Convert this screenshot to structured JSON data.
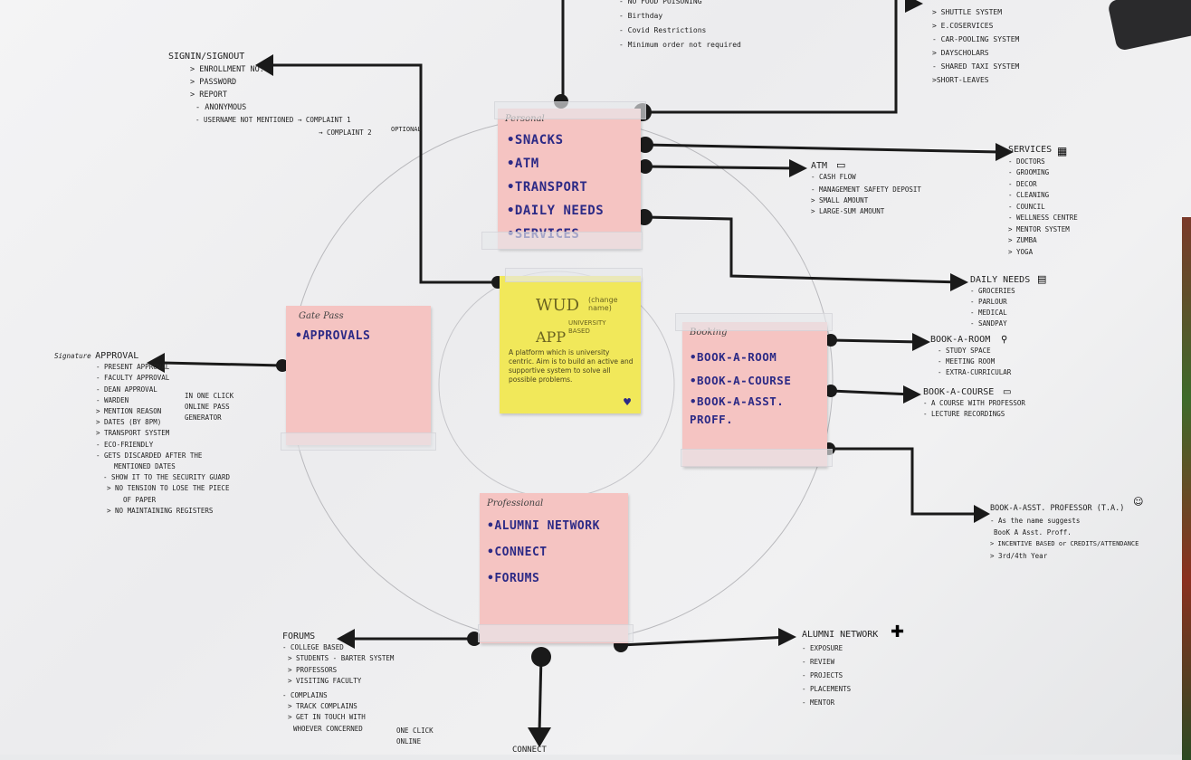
{
  "center": {
    "brand": "WUD",
    "bracket_note": "(change name)",
    "app": "APP",
    "university_based": "UNIVERSITY BASED",
    "description": "A platform which is university centric. Aim is to build an active and supportive system to solve all possible problems."
  },
  "personal": {
    "header": "Personal",
    "items": [
      "•SNACKS",
      "•ATM",
      "•TRANSPORT",
      "•DAILY NEEDS",
      "•SERVICES"
    ]
  },
  "gate_pass": {
    "header": "Gate Pass",
    "items": [
      "•APPROVALS"
    ]
  },
  "booking": {
    "header": "Booking",
    "items": [
      "•BOOK-A-ROOM",
      "•BOOK-A-COURSE",
      "•BOOK-A-ASST. PROFF."
    ]
  },
  "professional": {
    "header": "Professional",
    "items": [
      "•ALUMNI NETWORK",
      "•CONNECT",
      "•FORUMS"
    ]
  },
  "signin": {
    "title": "SIGNIN/SIGNOUT",
    "lines": [
      "> ENROLLMENT NO.",
      "> PASSWORD",
      "> REPORT",
      "- ANONYMOUS",
      "- USERNAME NOT MENTIONED → COMPLAINT 1",
      "→ COMPLAINT 2"
    ],
    "optional": "OPTIONAL"
  },
  "snacks_notes": {
    "lines": [
      "- NO FOOD POISONING",
      "- Birthday",
      "- Covid Restrictions",
      "- Minimum order not required"
    ]
  },
  "transport_notes": {
    "lines": [
      "> SHUTTLE SYSTEM",
      "> E.COSERVICES",
      "- CAR-POOLING SYSTEM",
      "> DAYSCHOLARS",
      "- SHARED TAXI SYSTEM",
      ">SHORT-LEAVES"
    ]
  },
  "services_notes": {
    "title": "SERVICES",
    "lines": [
      "- DOCTORS",
      "- GROOMING",
      "- DECOR",
      "- CLEANING",
      "- COUNCIL",
      "- WELLNESS CENTRE",
      "> MENTOR SYSTEM",
      "> ZUMBA",
      "> YOGA"
    ]
  },
  "atm_notes": {
    "title": "ATM",
    "lines": [
      "- CASH FLOW",
      "- MANAGEMENT SAFETY DEPOSIT",
      "> SMALL AMOUNT",
      "> LARGE-SUM AMOUNT"
    ]
  },
  "daily_needs_notes": {
    "title": "DAILY NEEDS",
    "lines": [
      "- GROCERIES",
      "- PARLOUR",
      "- MEDICAL",
      "- SANDPAY"
    ]
  },
  "book_room_notes": {
    "title": "BOOK-A-ROOM",
    "lines": [
      "- STUDY SPACE",
      "- MEETING ROOM",
      "- EXTRA-CURRICULAR"
    ]
  },
  "book_course_notes": {
    "title": "BOOK-A-COURSE",
    "lines": [
      "- A COURSE WITH PROFESSOR",
      "- LECTURE RECORDINGS"
    ]
  },
  "book_asst_notes": {
    "title": "BOOK-A-ASST. PROFESSOR (T.A.)",
    "lines": [
      "- As the name suggests",
      "BooK A Asst. Proff.",
      "> INCENTIVE BASED or CREDITS/ATTENDANCE",
      "> 3rd/4th Year"
    ]
  },
  "approval_notes": {
    "signature": "Signature",
    "title": "APPROVAL",
    "lines": [
      "- PRESENT APPROVAL",
      "- FACULTY APPROVAL",
      "- DEAN APPROVAL",
      "- WARDEN",
      "> MENTION REASON",
      "> DATES (BY 8PM)",
      "> TRANSPORT SYSTEM",
      "- ECO-FRIENDLY",
      "- GETS DISCARDED AFTER THE",
      "MENTIONED DATES",
      "- SHOW IT TO THE SECURITY GUARD",
      "> NO TENSION TO LOSE THE PIECE",
      "OF PAPER",
      "> NO MAINTAINING REGISTERS"
    ],
    "one_click": "IN ONE CLICK ONLINE PASS GENERATOR"
  },
  "forums_notes": {
    "title": "FORUMS",
    "lines": [
      "- COLLEGE BASED",
      "> STUDENTS - BARTER SYSTEM",
      "> PROFESSORS",
      "> VISITING FACULTY",
      "- COMPLAINS",
      "> TRACK COMPLAINS",
      "> GET IN TOUCH WITH",
      "WHOEVER CONCERNED"
    ],
    "one_click": "ONE CLICK ONLINE"
  },
  "alumni_notes": {
    "title": "ALUMNI NETWORK",
    "lines": [
      "- EXPOSURE",
      "- REVIEW",
      "- PROJECTS",
      "- PLACEMENTS",
      "- MENTOR"
    ]
  },
  "connect_notes": {
    "title": "CONNECT"
  }
}
